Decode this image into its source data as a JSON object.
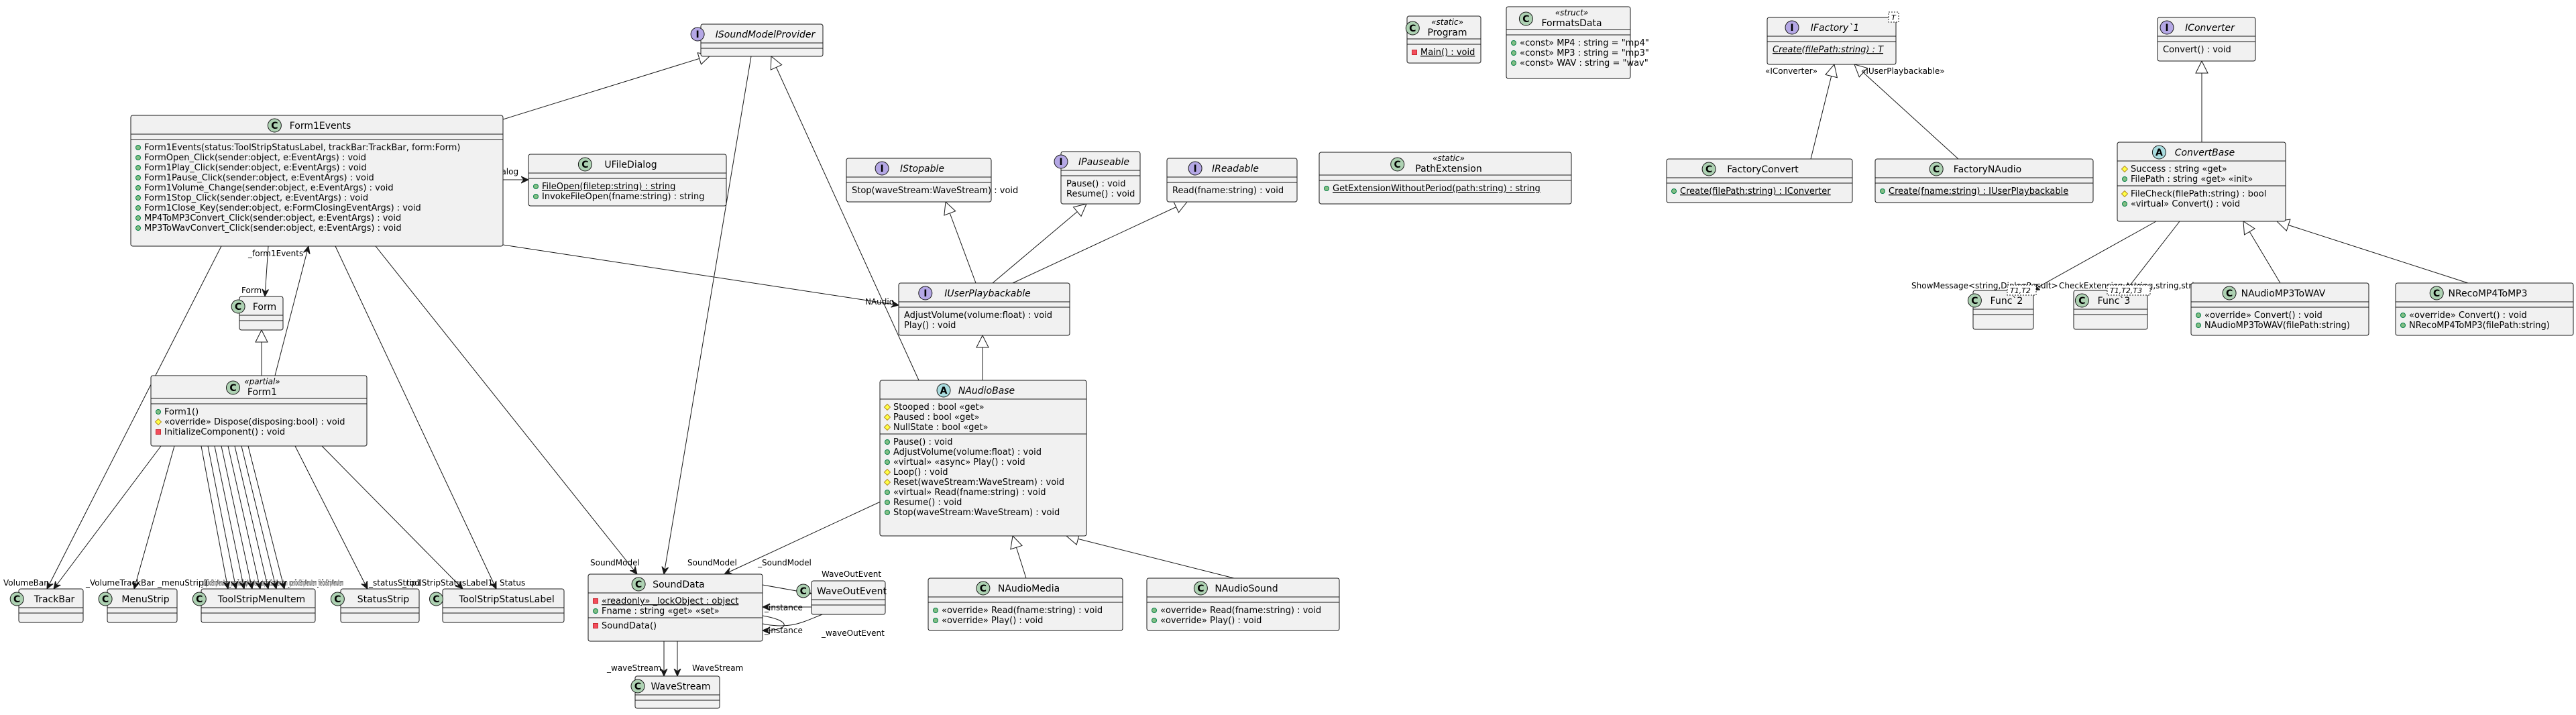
{
  "classes": [
    {
      "id": "ISoundModelProvider",
      "name": "ISoundModelProvider",
      "kind": "interface",
      "members": []
    },
    {
      "id": "Program",
      "name": "Program",
      "kind": "class",
      "stereotype": "«static»",
      "members": [
        {
          "vis": "private",
          "text": "Main() : void",
          "static": true
        }
      ]
    },
    {
      "id": "FormatsData",
      "name": "FormatsData",
      "kind": "class",
      "stereotype": "«struct»",
      "members": [
        {
          "vis": "public",
          "text": "«const» MP4 : string = \"mp4\""
        },
        {
          "vis": "public",
          "text": "«const» MP3 : string = \"mp3\""
        },
        {
          "vis": "public",
          "text": "«const» WAV : string = \"wav\""
        }
      ]
    },
    {
      "id": "IFactory",
      "name": "IFactory`1",
      "kind": "interface",
      "typeParam": "T",
      "members": [
        {
          "vis": "none",
          "text": "Create(filePath:string) : T",
          "static": true
        }
      ]
    },
    {
      "id": "IConverter",
      "name": "IConverter",
      "kind": "interface",
      "members": [
        {
          "vis": "none",
          "text": "Convert() : void"
        }
      ]
    },
    {
      "id": "Form1Events",
      "name": "Form1Events",
      "kind": "class",
      "members": [
        {
          "vis": "public",
          "text": "Form1Events(status:ToolStripStatusLabel, trackBar:TrackBar, form:Form)"
        },
        {
          "vis": "public",
          "text": "FormOpen_Click(sender:object, e:EventArgs) : void"
        },
        {
          "vis": "public",
          "text": "Form1Play_Click(sender:object, e:EventArgs) : void"
        },
        {
          "vis": "public",
          "text": "Form1Pause_Click(sender:object, e:EventArgs) : void"
        },
        {
          "vis": "public",
          "text": "Form1Volume_Change(sender:object, e:EventArgs) : void"
        },
        {
          "vis": "public",
          "text": "Form1Stop_Click(sender:object, e:EventArgs) : void"
        },
        {
          "vis": "public",
          "text": "Form1Close_Key(sender:object, e:FormClosingEventArgs) : void"
        },
        {
          "vis": "public",
          "text": "MP4ToMP3Convert_Click(sender:object, e:EventArgs) : void"
        },
        {
          "vis": "public",
          "text": "MP3ToWavConvert_Click(sender:object, e:EventArgs) : void"
        }
      ]
    },
    {
      "id": "UFileDialog",
      "name": "UFileDialog",
      "kind": "class",
      "members": [
        {
          "vis": "public",
          "text": "FileOpen(filetер:string) : string",
          "static": true
        },
        {
          "vis": "public",
          "text": "InvokeFileOpen(fname:string) : string"
        }
      ]
    },
    {
      "id": "IStopable",
      "name": "IStopable",
      "kind": "interface",
      "members": [
        {
          "vis": "none",
          "text": "Stop(waveStream:WaveStream) : void"
        }
      ]
    },
    {
      "id": "IPauseable",
      "name": "IPauseable",
      "kind": "interface",
      "members": [
        {
          "vis": "none",
          "text": "Pause() : void"
        },
        {
          "vis": "none",
          "text": "Resume() : void"
        }
      ]
    },
    {
      "id": "IReadable",
      "name": "IReadable",
      "kind": "interface",
      "members": [
        {
          "vis": "none",
          "text": "Read(fname:string) : void"
        }
      ]
    },
    {
      "id": "PathExtension",
      "name": "PathExtension",
      "kind": "class",
      "stereotype": "«static»",
      "members": [
        {
          "vis": "public",
          "text": "GetExtensionWithoutPeriod(path:string) : string",
          "static": true
        }
      ]
    },
    {
      "id": "FactoryConvert",
      "name": "FactoryConvert",
      "kind": "class",
      "members": [
        {
          "vis": "public",
          "text": "Create(filePath:string) : IConverter",
          "static": true
        }
      ]
    },
    {
      "id": "FactoryNAudio",
      "name": "FactoryNAudio",
      "kind": "class",
      "members": [
        {
          "vis": "public",
          "text": "Create(fname:string) : IUserPlaybackable",
          "static": true
        }
      ]
    },
    {
      "id": "ConvertBase",
      "name": "ConvertBase",
      "kind": "abstract",
      "members": [
        {
          "vis": "protected",
          "text": "Success : string «get»"
        },
        {
          "vis": "public",
          "text": "FilePath : string «get» «init»"
        },
        {
          "sep": true
        },
        {
          "vis": "protected",
          "text": "FileCheck(filePath:string) : bool"
        },
        {
          "vis": "public",
          "text": "«virtual» Convert() : void"
        }
      ]
    },
    {
      "id": "Form",
      "name": "Form",
      "kind": "class",
      "members": []
    },
    {
      "id": "IUserPlaybackable",
      "name": "IUserPlaybackable",
      "kind": "interface",
      "members": [
        {
          "vis": "none",
          "text": "AdjustVolume(volume:float) : void"
        },
        {
          "vis": "none",
          "text": "Play() : void"
        }
      ]
    },
    {
      "id": "Func2",
      "name": "Func`2",
      "kind": "class",
      "typeParam": "T1,T2",
      "members": []
    },
    {
      "id": "Func3",
      "name": "Func`3",
      "kind": "class",
      "typeParam": "T1,T2,T3",
      "members": []
    },
    {
      "id": "NAudioMP3ToWAV",
      "name": "NAudioMP3ToWAV",
      "kind": "class",
      "members": [
        {
          "vis": "public",
          "text": "«override» Convert() : void"
        },
        {
          "vis": "public",
          "text": "NAudioMP3ToWAV(filePath:string)"
        }
      ]
    },
    {
      "id": "NRecoMP4ToMP3",
      "name": "NRecoMP4ToMP3",
      "kind": "class",
      "members": [
        {
          "vis": "public",
          "text": "«override» Convert() : void"
        },
        {
          "vis": "public",
          "text": "NRecoMP4ToMP3(filePath:string)"
        }
      ]
    },
    {
      "id": "Form1",
      "name": "Form1",
      "kind": "class",
      "stereotype": "«partial»",
      "members": [
        {
          "vis": "public",
          "text": "Form1()"
        },
        {
          "vis": "protected",
          "text": "«override» Dispose(disposing:bool) : void"
        },
        {
          "vis": "private",
          "text": "InitializeComponent() : void"
        }
      ]
    },
    {
      "id": "NAudioBase",
      "name": "NAudioBase",
      "kind": "abstract",
      "members": [
        {
          "vis": "protected",
          "text": "Stooped : bool «get»"
        },
        {
          "vis": "protected",
          "text": "Paused : bool «get»"
        },
        {
          "vis": "protected",
          "text": "NullState : bool «get»"
        },
        {
          "sep": true
        },
        {
          "vis": "public",
          "text": "Pause() : void"
        },
        {
          "vis": "public",
          "text": "AdjustVolume(volume:float) : void"
        },
        {
          "vis": "public",
          "text": "«virtual» «async» Play() : void"
        },
        {
          "vis": "protected",
          "text": "Loop() : void"
        },
        {
          "vis": "protected",
          "text": "Reset(waveStream:WaveStream) : void"
        },
        {
          "vis": "public",
          "text": "«virtual» Read(fname:string) : void"
        },
        {
          "vis": "public",
          "text": "Resume() : void"
        },
        {
          "vis": "public",
          "text": "Stop(waveStream:WaveStream) : void"
        }
      ]
    },
    {
      "id": "NAudioMedia",
      "name": "NAudioMedia",
      "kind": "class",
      "members": [
        {
          "vis": "public",
          "text": "«override» Read(fname:string) : void"
        },
        {
          "vis": "public",
          "text": "«override» Play() : void"
        }
      ]
    },
    {
      "id": "NAudioSound",
      "name": "NAudioSound",
      "kind": "class",
      "members": [
        {
          "vis": "public",
          "text": "«override» Read(fname:string) : void"
        },
        {
          "vis": "public",
          "text": "«override» Play() : void"
        }
      ]
    },
    {
      "id": "TrackBar",
      "name": "TrackBar",
      "kind": "class",
      "members": []
    },
    {
      "id": "MenuStrip",
      "name": "MenuStrip",
      "kind": "class",
      "members": []
    },
    {
      "id": "ToolStripMenuItem",
      "name": "ToolStripMenuItem",
      "kind": "class",
      "members": []
    },
    {
      "id": "StatusStrip",
      "name": "StatusStrip",
      "kind": "class",
      "members": []
    },
    {
      "id": "ToolStripStatusLabel",
      "name": "ToolStripStatusLabel",
      "kind": "class",
      "members": []
    },
    {
      "id": "SoundData",
      "name": "SoundData",
      "kind": "class",
      "members": [
        {
          "vis": "private",
          "text": "«readonly» _lockObject : object",
          "static": true
        },
        {
          "vis": "public",
          "text": "Fname : string «get» «set»"
        },
        {
          "sep": true
        },
        {
          "vis": "private",
          "text": "SoundData()"
        }
      ]
    },
    {
      "id": "WaveOutEvent",
      "name": "WaveOutEvent",
      "kind": "class",
      "members": []
    },
    {
      "id": "WaveStream",
      "name": "WaveStream",
      "kind": "class",
      "members": []
    }
  ],
  "edge_labels": [
    {
      "id": "l_ufd",
      "text": "_UFileDialog"
    },
    {
      "id": "l_f1e",
      "text": "_form1Events"
    },
    {
      "id": "l_form",
      "text": "Form"
    },
    {
      "id": "l_naudio",
      "text": "NAudio"
    },
    {
      "id": "l_iconv",
      "text": "«IConverter»"
    },
    {
      "id": "l_iup",
      "text": "«IUserPlaybackable»"
    },
    {
      "id": "l_showmsg",
      "text": "ShowMessage<string,DialogResult>"
    },
    {
      "id": "l_chkext",
      "text": "CheckExtension<string,string,string>"
    },
    {
      "id": "l_volbar",
      "text": "VolumeBar"
    },
    {
      "id": "l_voltrack",
      "text": "_VolumeTrackBar"
    },
    {
      "id": "l_menustrip",
      "text": "_menuStrip1"
    },
    {
      "id": "l_tsmi",
      "text": "_playToolStripMenuItem  _pauseToolStripMenuItem  _stopToolStripMenuItem  _openToolStripMenuItem  _fileToolStripMenuItem"
    },
    {
      "id": "l_statusstrip",
      "text": "_statusStrip1"
    },
    {
      "id": "l_tssl",
      "text": "_toolStripStatusLabel1"
    },
    {
      "id": "l_status",
      "text": "Status"
    },
    {
      "id": "l_sm1",
      "text": "SoundModel"
    },
    {
      "id": "l_sm2",
      "text": "SoundModel"
    },
    {
      "id": "l_sm3",
      "text": "_SoundModel"
    },
    {
      "id": "l_woe1",
      "text": "WaveOutEvent"
    },
    {
      "id": "l_inst1",
      "text": "_instance"
    },
    {
      "id": "l_inst2",
      "text": "_instance"
    },
    {
      "id": "l_woe2",
      "text": "_waveOutEvent"
    },
    {
      "id": "l_ws1",
      "text": "_waveStream"
    },
    {
      "id": "l_ws2",
      "text": "WaveStream"
    }
  ],
  "colors": {
    "class_fill": "#f1f1f1",
    "border": "#181818",
    "class_circle": "#ADD1B2",
    "interface_circle": "#B4A7E5",
    "abstract_circle": "#A9DCDF",
    "public": "#84BE84",
    "private": "#F24D5C",
    "protected": "#FFFF44"
  }
}
